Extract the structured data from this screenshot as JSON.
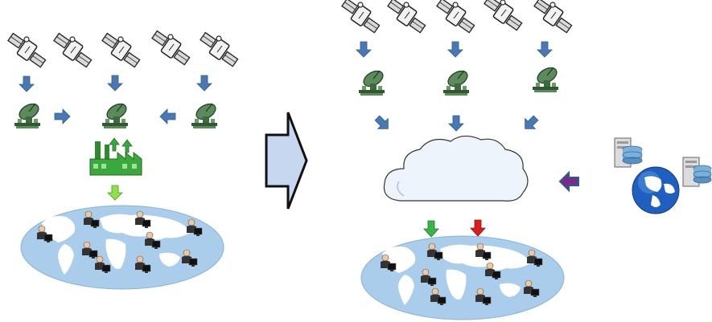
{
  "diagram": {
    "left_panel": {
      "satellites": [
        "satellite",
        "satellite",
        "satellite",
        "satellite",
        "satellite"
      ],
      "ground_stations": [
        "ground-station",
        "ground-station",
        "ground-station"
      ],
      "processing_center": "factory",
      "distribution": "world-map-with-users"
    },
    "transition": "big-right-arrow",
    "right_panel": {
      "satellites": [
        "satellite",
        "satellite",
        "satellite",
        "satellite",
        "satellite"
      ],
      "ground_stations": [
        "ground-station",
        "ground-station",
        "ground-station"
      ],
      "processing_center": "cloud",
      "external_sources": [
        "database-server",
        "globe",
        "database-server"
      ],
      "distribution": "world-map-with-users"
    },
    "colors": {
      "arrow_blue": "#4a78b4",
      "arrow_green": "#35b54a",
      "arrow_light_green": "#8fe04a",
      "arrow_red": "#d81e1e",
      "arrow_purple": "#7a2a8a",
      "big_arrow_fill": "#c7d7f0",
      "map_ocean": "#a9cdea",
      "map_land": "#ffffff",
      "factory_green": "#3aa83a",
      "cloud_fill": "#eef4fb"
    }
  }
}
